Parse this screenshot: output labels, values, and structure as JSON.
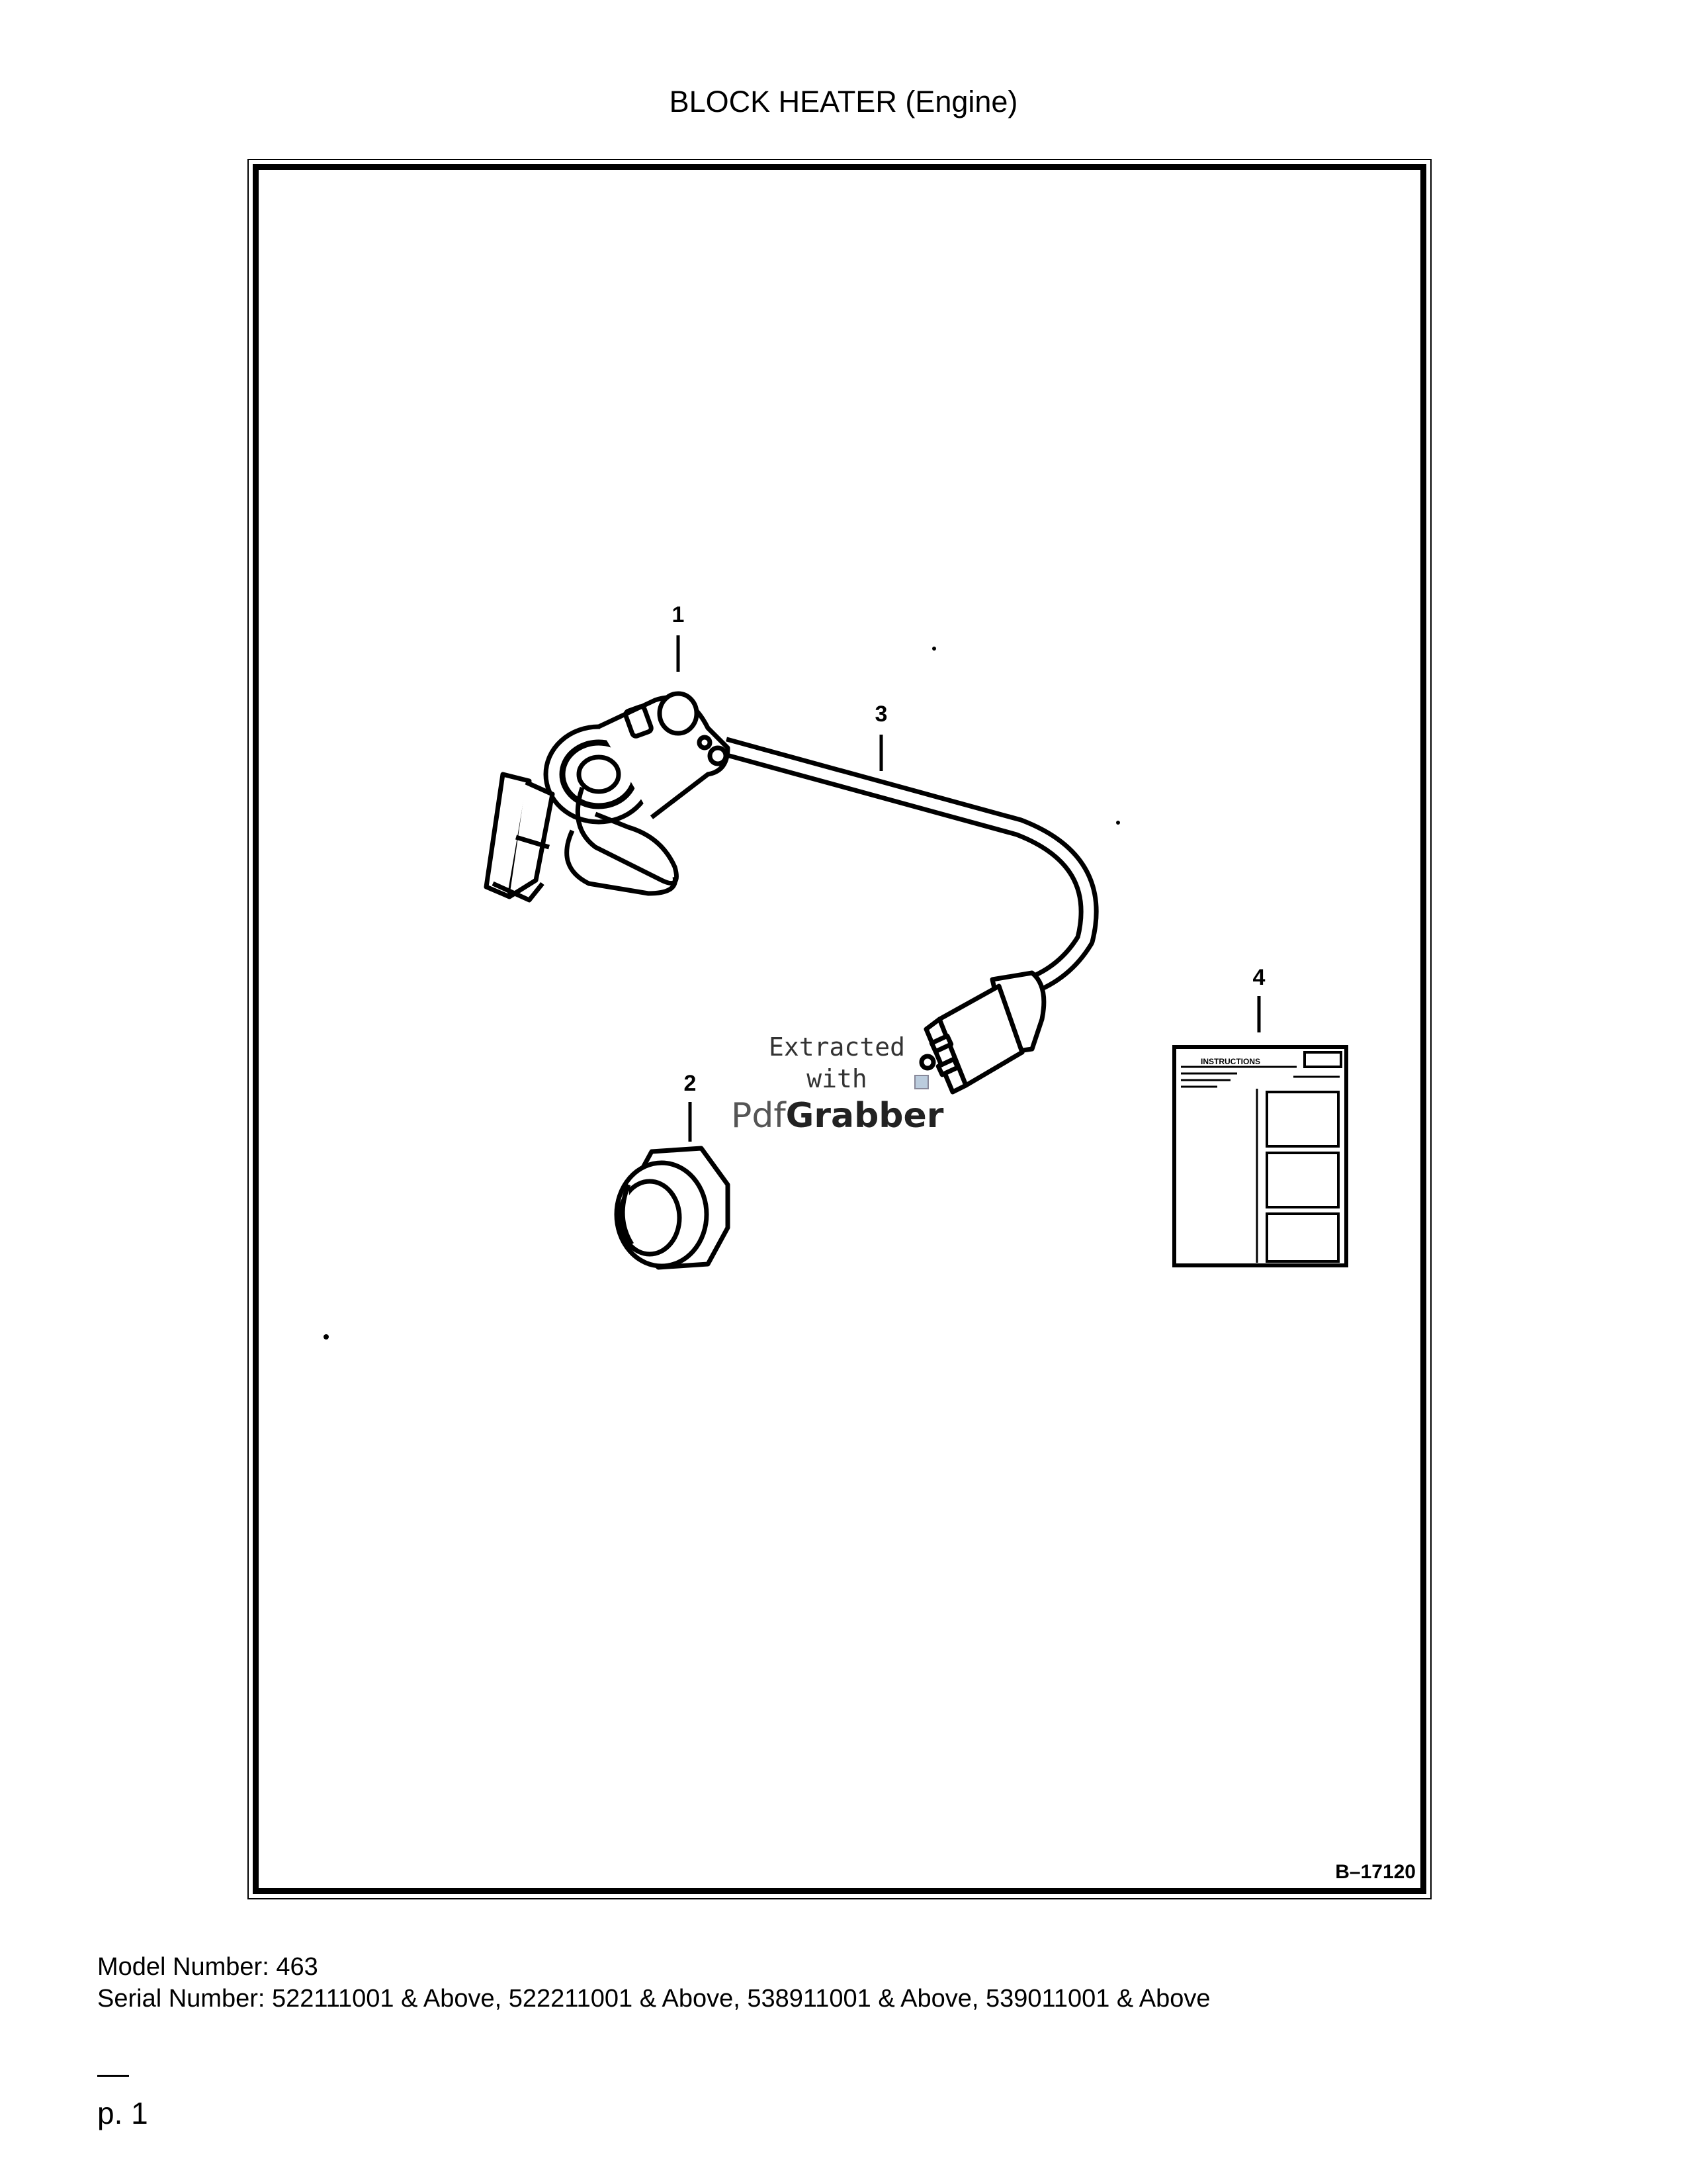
{
  "page": {
    "title": "BLOCK HEATER (Engine)"
  },
  "drawing": {
    "callouts": [
      "1",
      "2",
      "3",
      "4"
    ],
    "figure_code": "B–17120",
    "watermark": {
      "line1": "Extracted",
      "line2": "with",
      "brand_light": "Pdf",
      "brand_bold": "Grabber"
    },
    "decal_heading": "INSTRUCTIONS"
  },
  "footer": {
    "model_number": "Model Number: 463",
    "serial_number": "Serial Number: 522111001 & Above, 522211001 & Above, 538911001 & Above, 539011001 & Above",
    "page_label": "p. 1"
  }
}
